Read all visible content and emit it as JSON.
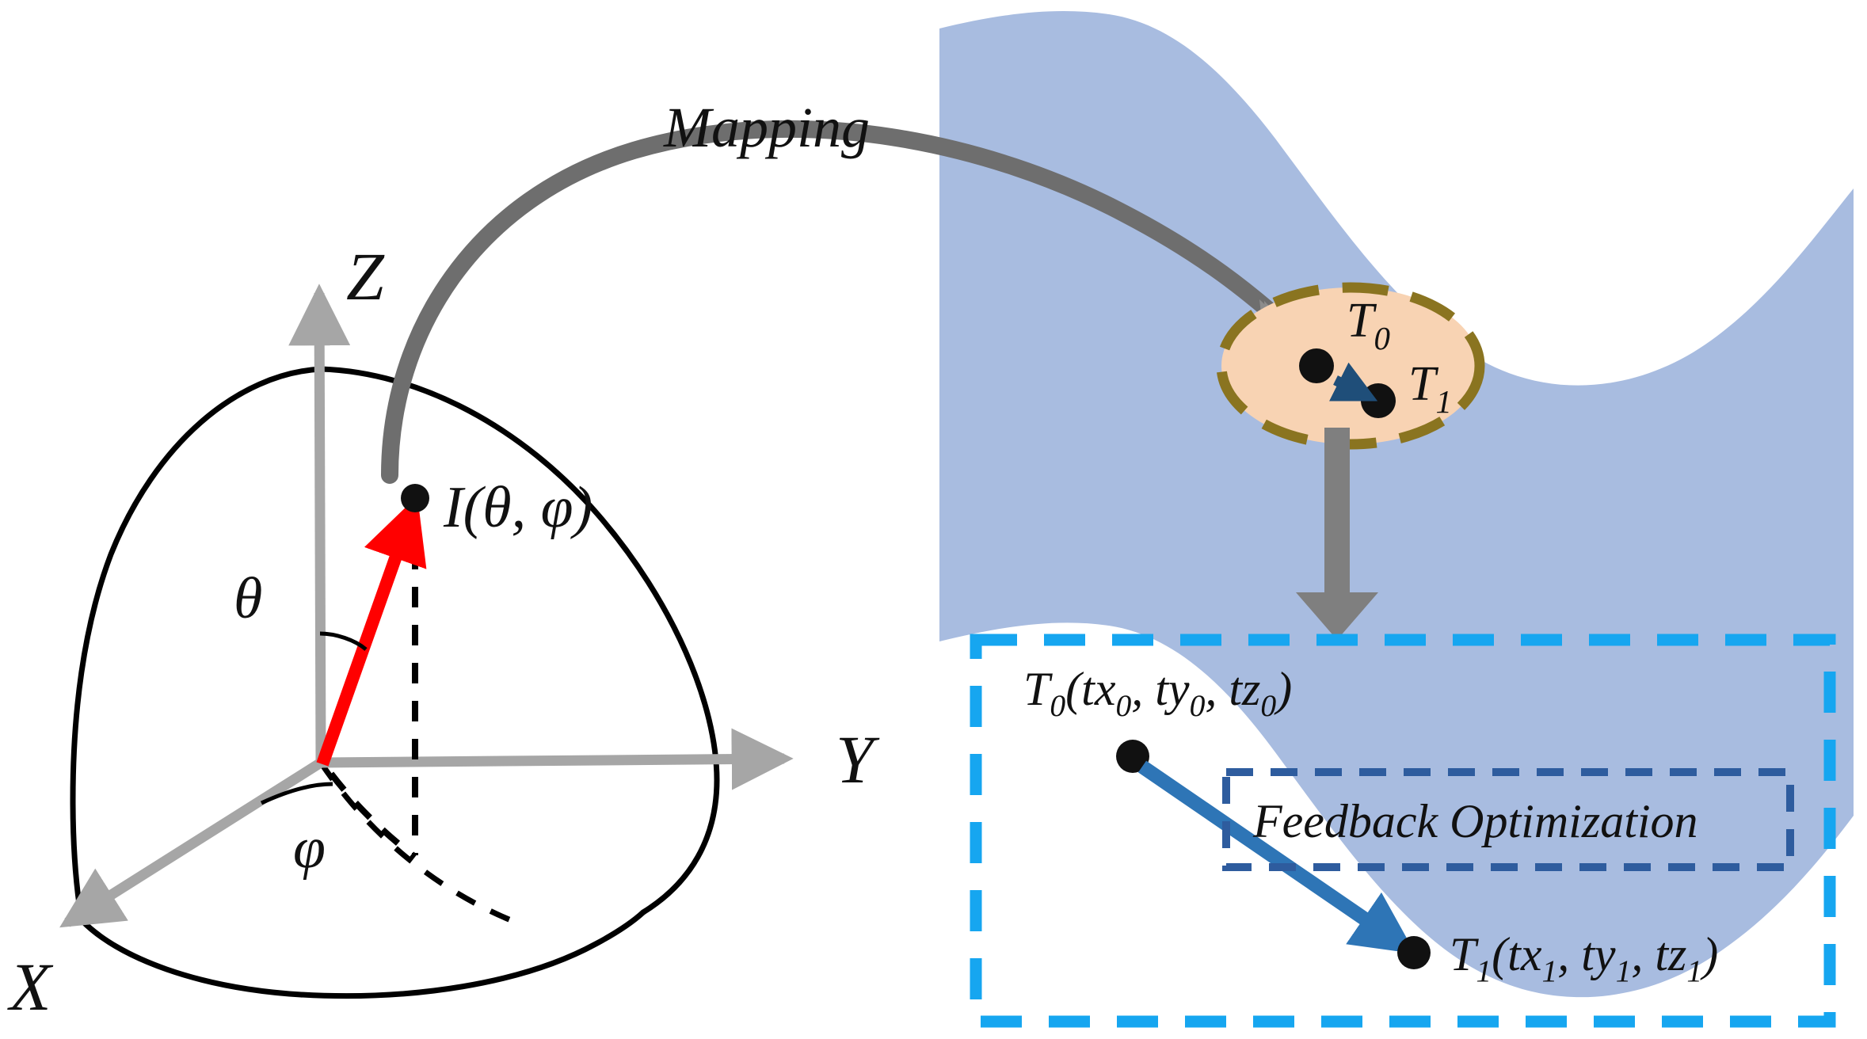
{
  "figure": {
    "title": "Spherical coordinate mapping with feedback optimization",
    "background_color": "#ffffff"
  },
  "coordinate_system": {
    "axis_x_label": "X",
    "axis_y_label": "Y",
    "axis_z_label": "Z",
    "axis_color": "#a6a6a6",
    "point_label_I": "I",
    "point_label_theta_phi": "(θ, φ)",
    "angle_polar_label": "θ",
    "angle_azimuth_label": "φ",
    "vector_color": "#ff0000",
    "sphere_outline_color": "#000000",
    "projection_line_style": "dashed"
  },
  "mapping": {
    "label": "Mapping",
    "arrow_color": "#6e6e6e"
  },
  "surface": {
    "fill_color": "#a8bce0",
    "name": "wavy-target-surface"
  },
  "patch": {
    "fill_color": "#f8d3b3",
    "border_color": "#8a7420",
    "border_style": "dashed",
    "t0_label": "T",
    "t0_sub": "0",
    "t1_label": "T",
    "t1_sub": "1",
    "inner_arrow_color": "#1f4e79"
  },
  "down_arrow": {
    "color": "#6e6e6e"
  },
  "optimization_box": {
    "border_color": "#16a6f0",
    "border_style": "dashed",
    "t0_coord": {
      "name": "T",
      "sub": "0",
      "open": "(",
      "x": "tx",
      "x_sub": "0",
      "comma1": ", ",
      "y": "ty",
      "y_sub": "0",
      "comma2": ", ",
      "z": "tz",
      "z_sub": "0",
      "close": ")"
    },
    "t1_coord": {
      "name": "T",
      "sub": "1",
      "open": "(",
      "x": "tx",
      "x_sub": "1",
      "comma1": ", ",
      "y": "ty",
      "y_sub": "1",
      "comma2": ", ",
      "z": "tz",
      "z_sub": "1",
      "close": ")"
    },
    "inner_box": {
      "label": "Feedback Optimization",
      "border_color": "#2e5c9e",
      "border_style": "dashed"
    },
    "arrow_color": "#2e75b6",
    "dot_color": "#111111"
  },
  "chart_data": {
    "type": "diagram",
    "title": "Spherical mapping and feedback optimization",
    "annotations": [
      "Mapping",
      "Feedback Optimization"
    ],
    "points": [
      {
        "name": "I(θ, φ)",
        "space": "unit-sphere",
        "px": [
          522,
          625
        ]
      },
      {
        "name": "T0",
        "space": "surface-patch",
        "px": [
          1663,
          462
        ]
      },
      {
        "name": "T1",
        "space": "surface-patch",
        "px": [
          1737,
          505
        ]
      },
      {
        "name": "T0(tx0, ty0, tz0)",
        "space": "optimization-box",
        "px": [
          1430,
          955
        ]
      },
      {
        "name": "T1(tx1, ty1, tz1)",
        "space": "optimization-box",
        "px": [
          1782,
          1200
        ]
      }
    ],
    "axes": [
      "X",
      "Y",
      "Z"
    ],
    "angles": [
      "θ",
      "φ"
    ]
  }
}
